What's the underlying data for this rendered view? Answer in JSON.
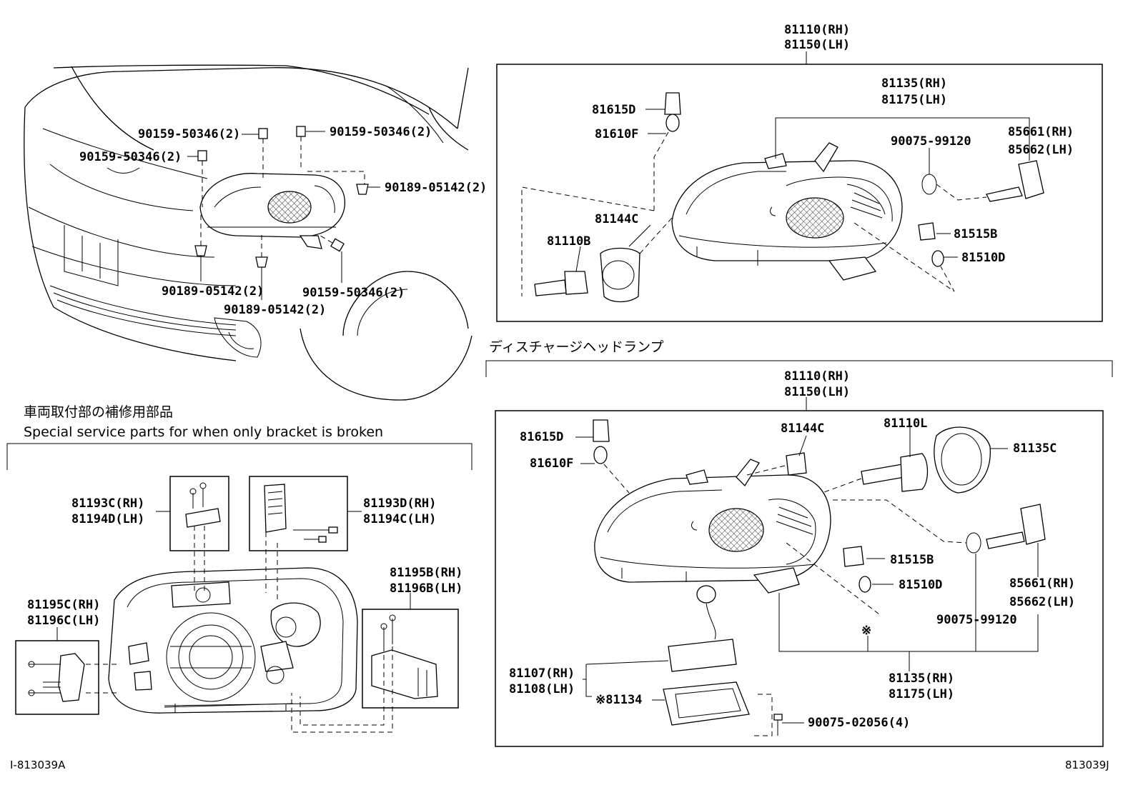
{
  "labels": {
    "top_rh": "81110(RH)",
    "top_lh": "81150(LH)",
    "t_81135_rh": "81135(RH)",
    "t_81175_lh": "81175(LH)",
    "t_81615d": "81615D",
    "t_81610f": "81610F",
    "t_90075": "90075-99120",
    "t_85661": "85661(RH)",
    "t_85662": "85662(LH)",
    "t_81144c": "81144C",
    "t_81110b": "81110B",
    "t_81515b": "81515B",
    "t_81510d": "81510D",
    "v_a": "90159-50346(2)",
    "v_b": "90159-50346(2)",
    "v_c": "90159-50346(2)",
    "v_d": "90189-05142(2)",
    "v_e": "90159-50346(2)",
    "v_f": "90189-05142(2)",
    "v_g": "90189-05142(2)",
    "b_rh": "81110(RH)",
    "b_lh": "81150(LH)",
    "b_81615d": "81615D",
    "b_81610f": "81610F",
    "b_81144c": "81144C",
    "b_81110l": "81110L",
    "b_81135c": "81135C",
    "b_81515b": "81515B",
    "b_81510d": "81510D",
    "b_85661": "85661(RH)",
    "b_85662": "85662(LH)",
    "b_90075": "90075-99120",
    "b_mark": "※",
    "b_81135_rh": "81135(RH)",
    "b_81175_lh": "81175(LH)",
    "b_81107": "81107(RH)",
    "b_81108": "81108(LH)",
    "b_81134": "※81134",
    "b_90075_02056": "90075-02056(4)",
    "s_81193c": "81193C(RH)",
    "s_81194d": "81194D(LH)",
    "s_81193d": "81193D(RH)",
    "s_81194c": "81194C(LH)",
    "s_81195b": "81195B(RH)",
    "s_81196b": "81196B(LH)",
    "s_81195c": "81195C(RH)",
    "s_81196c": "81196C(LH)"
  },
  "captions": {
    "discharge_jp": "ディスチャージヘッドランプ",
    "special_jp": "車両取付部の補修用部品",
    "special_en": "Special service parts for when only bracket is broken"
  },
  "refs": {
    "left": "Ⅰ-813039A",
    "right": "813039J"
  }
}
